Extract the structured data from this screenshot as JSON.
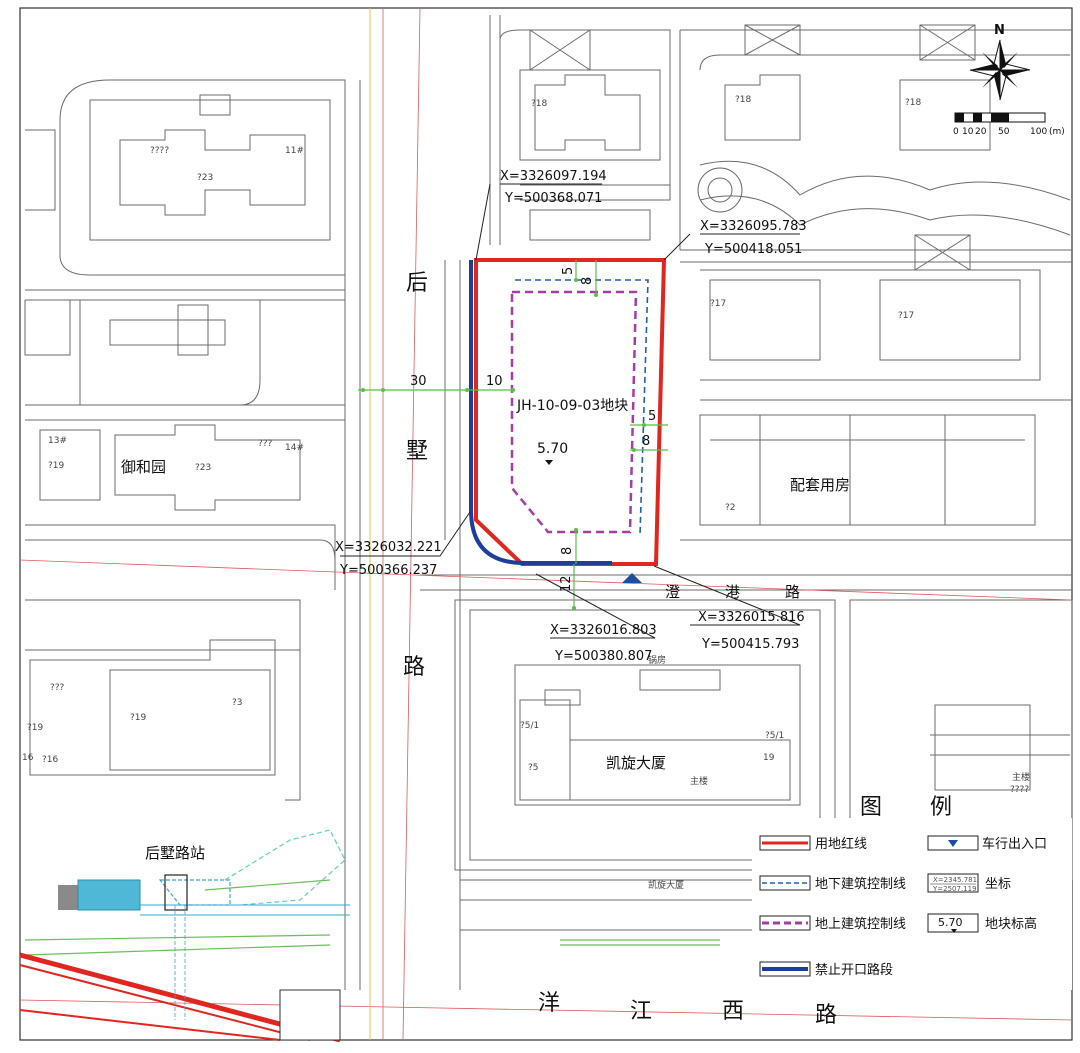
{
  "parcel": {
    "code": "JH-10-09-03地块",
    "elevation": "5.70"
  },
  "roads": {
    "houshu": [
      "后",
      "墅",
      "路"
    ],
    "chenggang": [
      "澄",
      "港",
      "路"
    ],
    "yangjiang": [
      "洋",
      "江",
      "西",
      "路"
    ]
  },
  "buildings": {
    "yuheyuan": "御和园",
    "peitao": "配套用房",
    "kaixuan": "凯旋大厦",
    "station": "后墅路站"
  },
  "coordinates": [
    {
      "x": "X=3326097.194",
      "y": "Y=500368.071"
    },
    {
      "x": "X=3326095.783",
      "y": "Y=500418.051"
    },
    {
      "x": "X=3326032.221",
      "y": "Y=500366.237"
    },
    {
      "x": "X=3326016.803",
      "y": "Y=500380.807"
    },
    {
      "x": "X=3326015.816",
      "y": "Y=500415.793"
    }
  ],
  "dimensions": {
    "top_inner": "5",
    "top_outer": "8",
    "right_inner": "5",
    "right_outer": "8",
    "bottom_inner": "8",
    "bottom_outer": "12",
    "road_width": "30",
    "west_setback": "10"
  },
  "scale": {
    "ticks": [
      "0",
      "10",
      "20",
      "50",
      "100"
    ],
    "unit": "(m)",
    "north": "N"
  },
  "legend": {
    "title": [
      "图",
      "例"
    ],
    "items": [
      {
        "label": "用地红线",
        "color": "#e0261f"
      },
      {
        "label": "车行出入口",
        "color": "#1a4fa3"
      },
      {
        "label": "地下建筑控制线",
        "color": "#1f5fb5"
      },
      {
        "label": "坐标",
        "sample_x": "X=2345.781",
        "sample_y": "Y=2507.119"
      },
      {
        "label": "地上建筑控制线",
        "color": "#a53da5"
      },
      {
        "label": "地块标高",
        "sample": "5.70"
      },
      {
        "label": "禁止开口路段",
        "color": "#1d3f9b"
      }
    ]
  },
  "minor_labels": {
    "n18a": "?18",
    "n18b": "?18",
    "n18c": "?18",
    "n23a": "?23",
    "n23b": "?23",
    "n11": "11#",
    "n14": "14#",
    "n13": "13#",
    "n19a": "?19",
    "n19b": "?19",
    "n19c": "?19",
    "n19d": "19",
    "n17a": "?17",
    "n17b": "?17",
    "n2": "?2",
    "n3": "?3",
    "n16": "16",
    "n5": "?5",
    "n51": "?5/1",
    "n51b": "?5/1",
    "n16b": "?16",
    "qqq": "???",
    "zhulou1": "主楼",
    "zhulou2": "主楼",
    "zhulou3": "????",
    "jifang": "锅房",
    "kaixuan_small": "凯旋大厦",
    "misc1": "????",
    "misc2": "???"
  }
}
